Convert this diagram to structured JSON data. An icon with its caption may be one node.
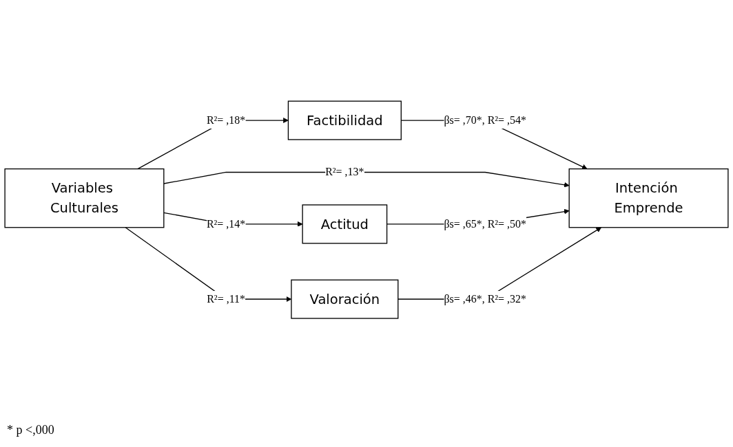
{
  "diagram": {
    "nodes": [
      {
        "text": [
          "Variables Culturales"
        ]
      },
      {
        "text": [
          "Factibilidad"
        ]
      },
      {
        "text": [
          "Actitud"
        ]
      },
      {
        "text": [
          "Valoración"
        ]
      },
      {
        "text": [
          "Intención Emprende"
        ]
      }
    ],
    "edges": [
      {
        "from": 0,
        "to": 1,
        "arrow": "to",
        "label": "R²= ,18*"
      },
      {
        "from": 1,
        "to": 4,
        "arrow": "to",
        "label": "βs= ,70*, R²= ,54*"
      },
      {
        "from": 0,
        "to": 4,
        "arrow": "to",
        "label": "R²= ,13*"
      },
      {
        "from": 0,
        "to": 2,
        "arrow": "to",
        "label": "R²= ,14*"
      },
      {
        "from": 2,
        "to": 4,
        "arrow": "to",
        "label": "βs= ,65*, R²= ,50*"
      },
      {
        "from": 0,
        "to": 3,
        "arrow": "to",
        "label": "R²= ,11*"
      },
      {
        "from": 3,
        "to": 4,
        "arrow": "to",
        "label": "βs= ,46*, R²= ,32*"
      }
    ],
    "labels": [
      "* p <,000"
    ]
  }
}
